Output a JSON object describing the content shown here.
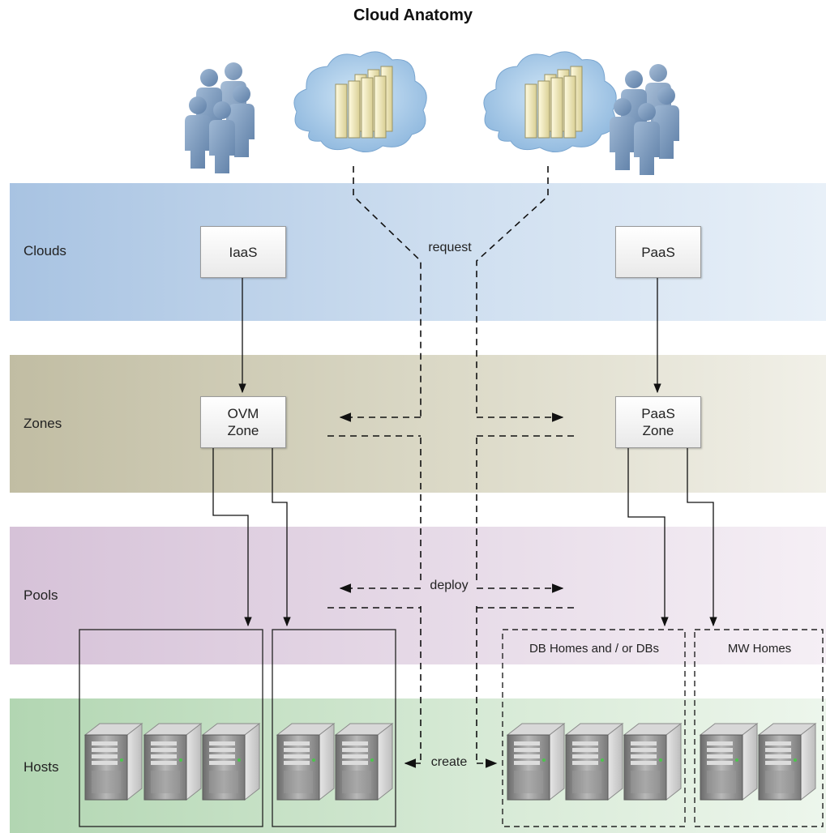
{
  "title": "Cloud Anatomy",
  "layers": {
    "clouds": "Clouds",
    "zones": "Zones",
    "pools": "Pools",
    "hosts": "Hosts"
  },
  "nodes": {
    "iaas": "IaaS",
    "paas": "PaaS",
    "ovm_zone": "OVM\nZone",
    "paas_zone": "PaaS\nZone"
  },
  "flows": {
    "request": "request",
    "deploy": "deploy",
    "create": "create"
  },
  "groups": {
    "db_homes": "DB Homes and / or DBs",
    "mw_homes": "MW Homes"
  },
  "colors": {
    "clouds_band": "#a9c4e2",
    "zones_band": "#c4c0a6",
    "pools_band": "#d8c4da",
    "hosts_band": "#b4d8b4"
  },
  "icons": [
    "users-icon",
    "cloud-server-icon",
    "cloud-server-icon",
    "users-icon",
    "server-tower-icon"
  ]
}
